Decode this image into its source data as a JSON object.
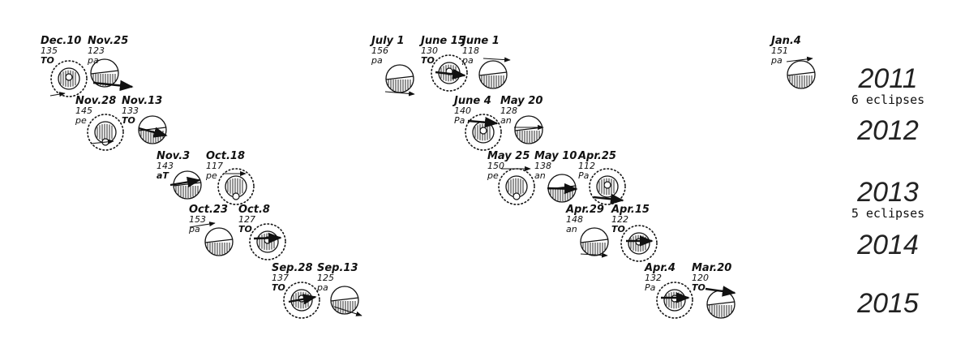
{
  "colors": {
    "ink": "#111111",
    "background": "#ffffff"
  },
  "years": [
    {
      "label": "2011",
      "note": "6 eclipses"
    },
    {
      "label": "2012",
      "note": ""
    },
    {
      "label": "2013",
      "note": "5 eclipses"
    },
    {
      "label": "2014",
      "note": ""
    },
    {
      "label": "2015",
      "note": ""
    }
  ],
  "eclipses": [
    {
      "id": "dec10",
      "date": "Dec.10",
      "saros": "135",
      "type": "TO",
      "umbral": true,
      "year": "2011"
    },
    {
      "id": "nov25",
      "date": "Nov.25",
      "saros": "123",
      "type": "pa",
      "umbral": false,
      "year": "2011"
    },
    {
      "id": "nov28",
      "date": "Nov.28",
      "saros": "145",
      "type": "pe",
      "umbral": true,
      "year": "2012"
    },
    {
      "id": "nov13",
      "date": "Nov.13",
      "saros": "133",
      "type": "TO",
      "umbral": false,
      "year": "2012"
    },
    {
      "id": "nov3",
      "date": "Nov.3",
      "saros": "143",
      "type": "aT",
      "umbral": false,
      "year": "2013"
    },
    {
      "id": "oct18",
      "date": "Oct.18",
      "saros": "117",
      "type": "pe",
      "umbral": true,
      "year": "2013"
    },
    {
      "id": "oct23",
      "date": "Oct.23",
      "saros": "153",
      "type": "pa",
      "umbral": false,
      "year": "2014"
    },
    {
      "id": "oct8",
      "date": "Oct.8",
      "saros": "127",
      "type": "TO",
      "umbral": true,
      "year": "2014"
    },
    {
      "id": "sep28",
      "date": "Sep.28",
      "saros": "137",
      "type": "TO",
      "umbral": true,
      "year": "2015"
    },
    {
      "id": "sep13",
      "date": "Sep.13",
      "saros": "125",
      "type": "pa",
      "umbral": false,
      "year": "2015"
    },
    {
      "id": "jul1",
      "date": "July 1",
      "saros": "156",
      "type": "pa",
      "umbral": false,
      "year": "2011"
    },
    {
      "id": "jun15",
      "date": "June 15",
      "saros": "130",
      "type": "TO",
      "umbral": true,
      "year": "2011"
    },
    {
      "id": "jun1",
      "date": "June 1",
      "saros": "118",
      "type": "pa",
      "umbral": false,
      "year": "2011"
    },
    {
      "id": "jun4",
      "date": "June 4",
      "saros": "140",
      "type": "Pa",
      "umbral": true,
      "year": "2012"
    },
    {
      "id": "may20",
      "date": "May 20",
      "saros": "128",
      "type": "an",
      "umbral": false,
      "year": "2012"
    },
    {
      "id": "may25",
      "date": "May 25",
      "saros": "150",
      "type": "pe",
      "umbral": true,
      "year": "2013"
    },
    {
      "id": "may10",
      "date": "May 10",
      "saros": "138",
      "type": "an",
      "umbral": false,
      "year": "2013"
    },
    {
      "id": "apr25",
      "date": "Apr.25",
      "saros": "112",
      "type": "Pa",
      "umbral": true,
      "year": "2013"
    },
    {
      "id": "apr29",
      "date": "Apr.29",
      "saros": "148",
      "type": "an",
      "umbral": false,
      "year": "2014"
    },
    {
      "id": "apr15",
      "date": "Apr.15",
      "saros": "122",
      "type": "TO",
      "umbral": true,
      "year": "2014"
    },
    {
      "id": "apr4",
      "date": "Apr.4",
      "saros": "132",
      "type": "Pa",
      "umbral": true,
      "year": "2015"
    },
    {
      "id": "mar20",
      "date": "Mar.20",
      "saros": "120",
      "type": "TO",
      "umbral": false,
      "year": "2015"
    },
    {
      "id": "jan4",
      "date": "Jan.4",
      "saros": "151",
      "type": "pa",
      "umbral": false,
      "year": "2011"
    }
  ]
}
